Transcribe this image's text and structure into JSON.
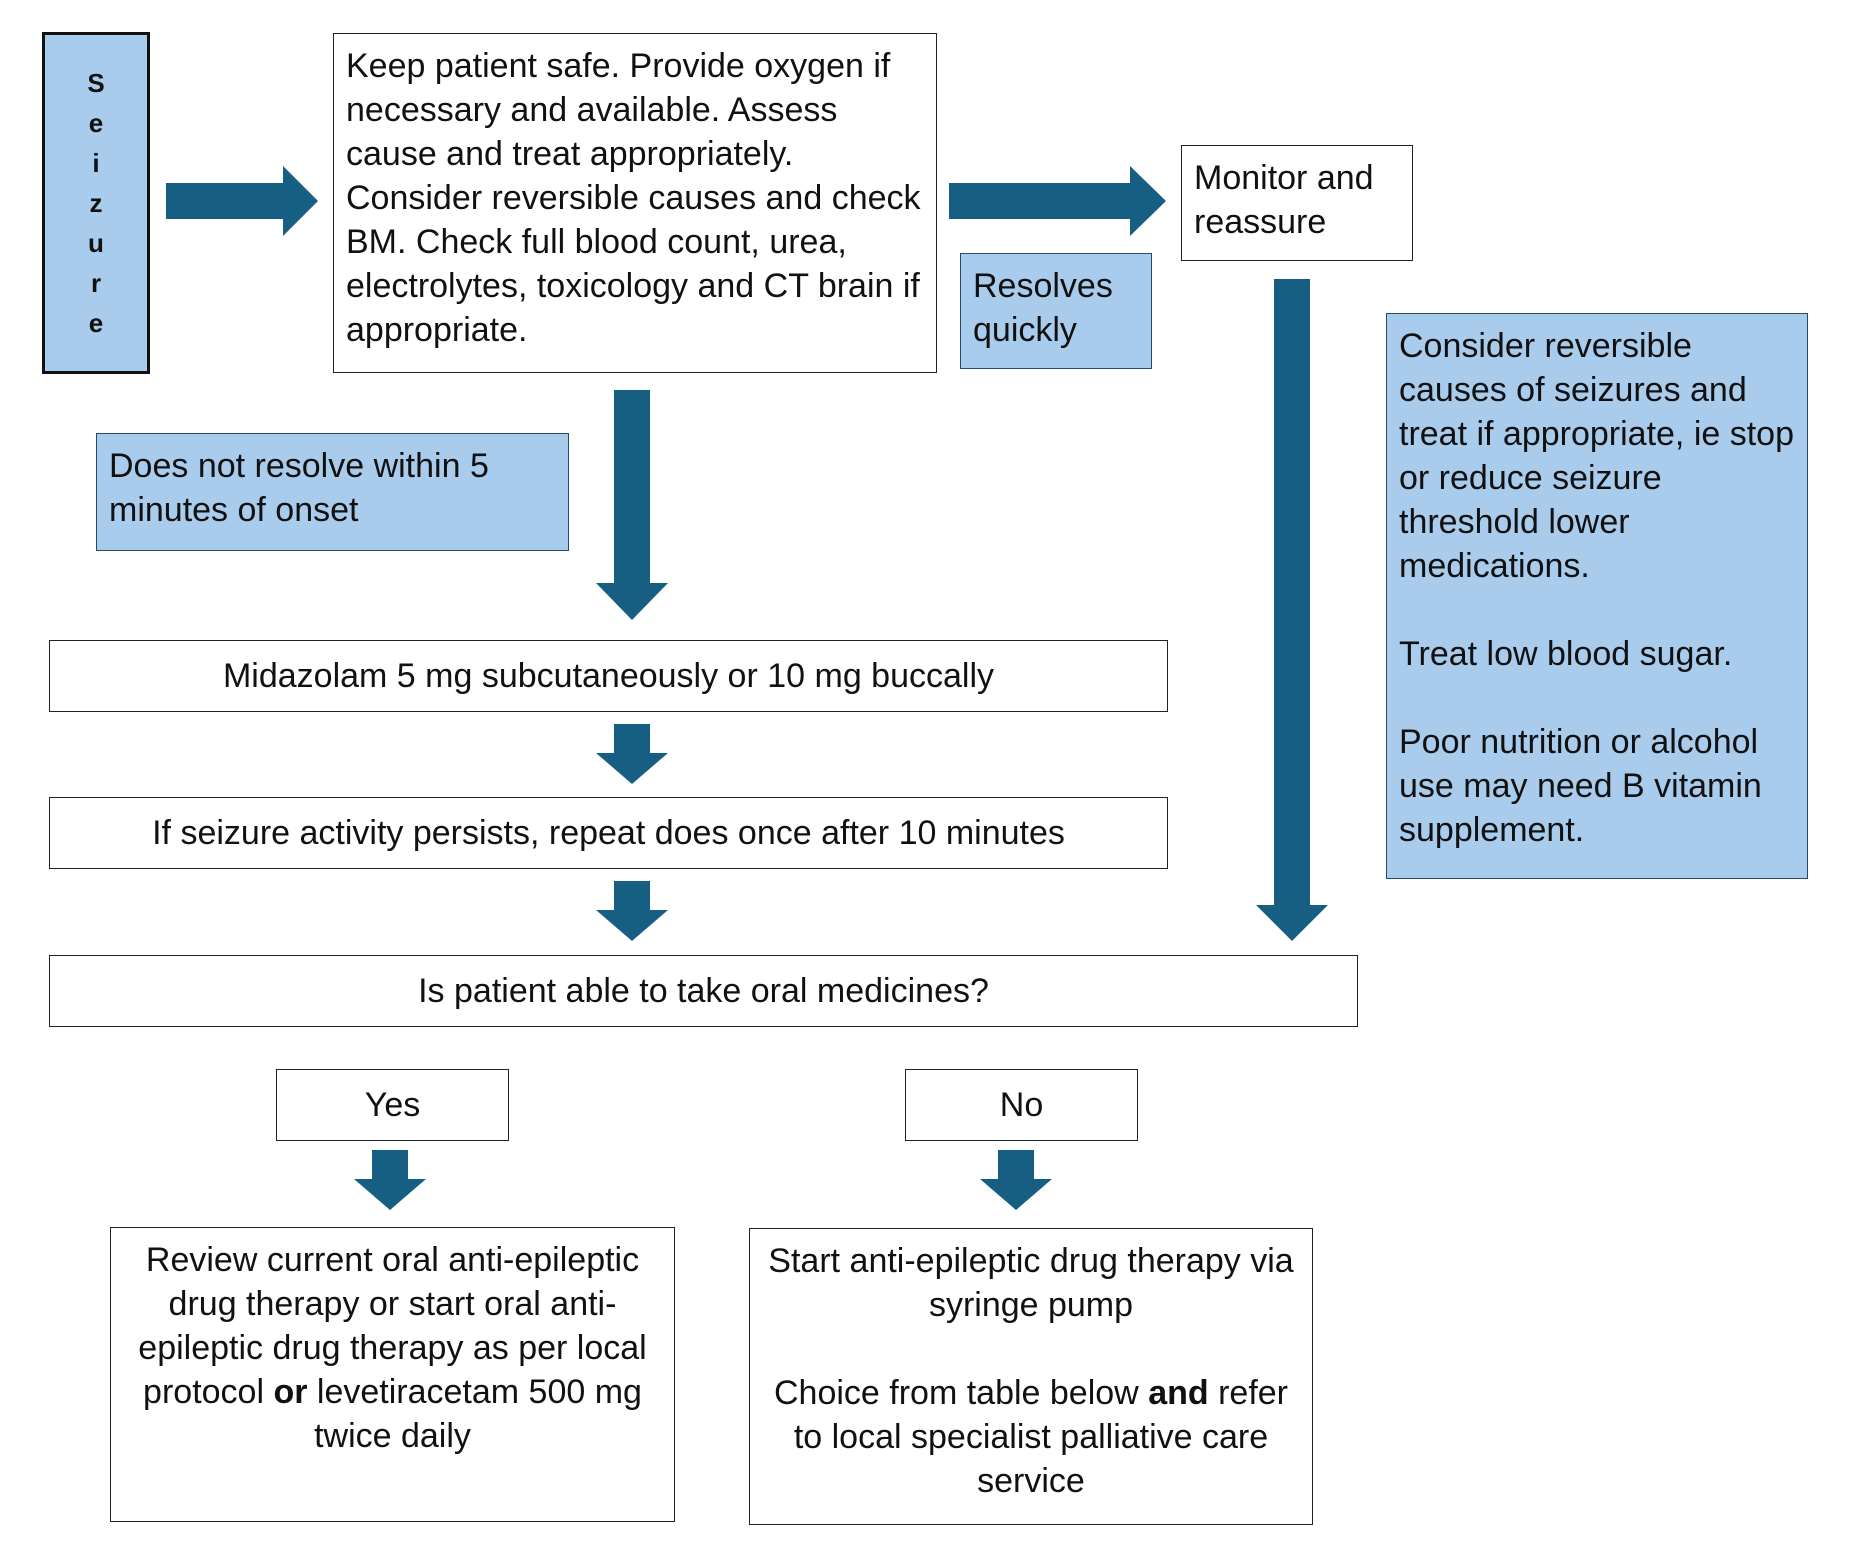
{
  "start": {
    "label": "Seizure",
    "letters": [
      "S",
      "e",
      "i",
      "z",
      "u",
      "r",
      "e"
    ]
  },
  "initial_action": "Keep patient safe. Provide oxygen if necessary and available. Assess cause and treat appropriately. Consider reversible causes and check BM. Check full blood count, urea, electrolytes, toxicology and CT brain if appropriate.",
  "resolves_label": "Resolves quickly",
  "monitor": "Monitor and reassure",
  "not_resolve_label": "Does not resolve within 5 minutes of onset",
  "midazolam": "Midazolam 5 mg subcutaneously or 10 mg buccally",
  "repeat": "If seizure activity persists, repeat does once after 10 minutes",
  "question": "Is patient able to take oral medicines?",
  "yes_label": "Yes",
  "no_label": "No",
  "yes_action": {
    "part1": "Review current oral anti-epileptic drug therapy or start oral anti-epileptic drug therapy as per local protocol ",
    "bold": "or",
    "part2": " levetiracetam 500 mg twice daily"
  },
  "no_action": {
    "line1": "Start anti-epileptic drug therapy via syringe pump",
    "part1": "Choice from table below ",
    "bold": "and",
    "part2": " refer to local specialist palliative care service"
  },
  "side_note": {
    "para1": "Consider reversible causes of seizures and treat if appropriate, ie stop or reduce seizure threshold lower medications.",
    "para2": "Treat low blood sugar.",
    "para3": "Poor nutrition or alcohol use may need B vitamin supplement."
  },
  "colors": {
    "arrow": "#175f82",
    "label_fill": "#a9cbec"
  }
}
